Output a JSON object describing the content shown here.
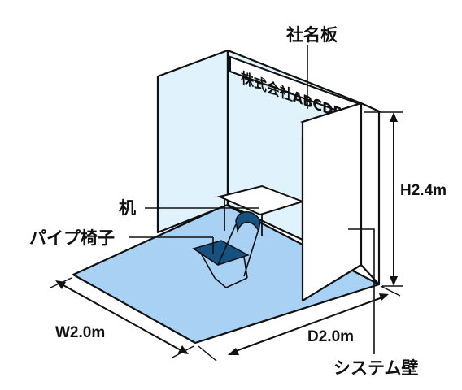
{
  "labels": {
    "company_sign": "社名板",
    "desk": "机",
    "pipe_chair": "パイプ椅子",
    "system_wall": "システム壁"
  },
  "sign_board_text": "株式会社ABCDE",
  "dimensions": {
    "height": "H2.4m",
    "width": "W2.0m",
    "depth": "D2.0m"
  },
  "colors": {
    "floor": "#a9d1f3",
    "back_wall": "#e0f2fc",
    "side_wall": "#ffffff",
    "chair_seat": "#17517f",
    "outline": "#111111"
  }
}
